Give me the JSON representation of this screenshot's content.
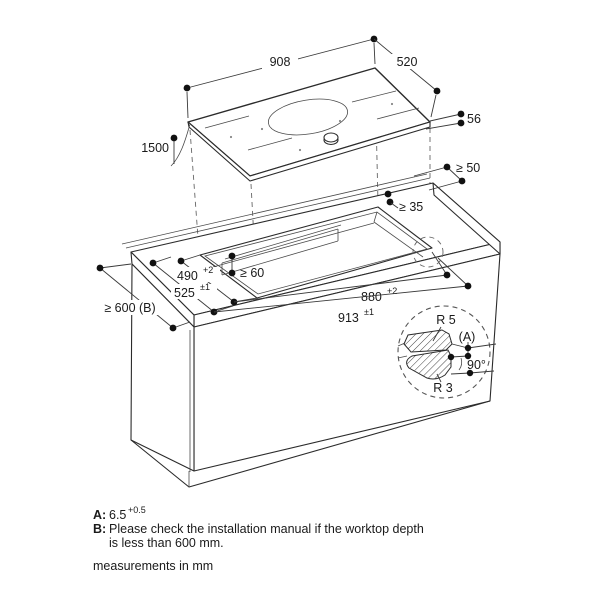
{
  "diagram": {
    "dims": {
      "top_width": "908",
      "top_depth": "520",
      "cable_length": "1500",
      "appliance_height": "56",
      "clearance_back": "≥ 50",
      "clearance_cutout_back": "≥ 35",
      "cutout_depth": "490",
      "cutout_depth_tol": "+2",
      "rail_clearance": "≥ 60",
      "front_to_cutout": "525",
      "front_to_cutout_tol": "±1",
      "cutout_width": "880",
      "cutout_width_tol": "+2",
      "niche_width": "913",
      "niche_width_tol": "±1",
      "worktop_depth": "≥ 600 (B)",
      "radius_top": "R 5",
      "ref_a": "(A)",
      "angle": "90°",
      "radius_bottom": "R 3"
    },
    "notes": {
      "a_key": "A:",
      "a_value": "6.5",
      "a_sup": "+0.5",
      "b_key": "B:",
      "b_text_1": "Please check the installation manual if the worktop depth",
      "b_text_2": "is less than 600 mm.",
      "footer": "measurements in mm"
    }
  }
}
